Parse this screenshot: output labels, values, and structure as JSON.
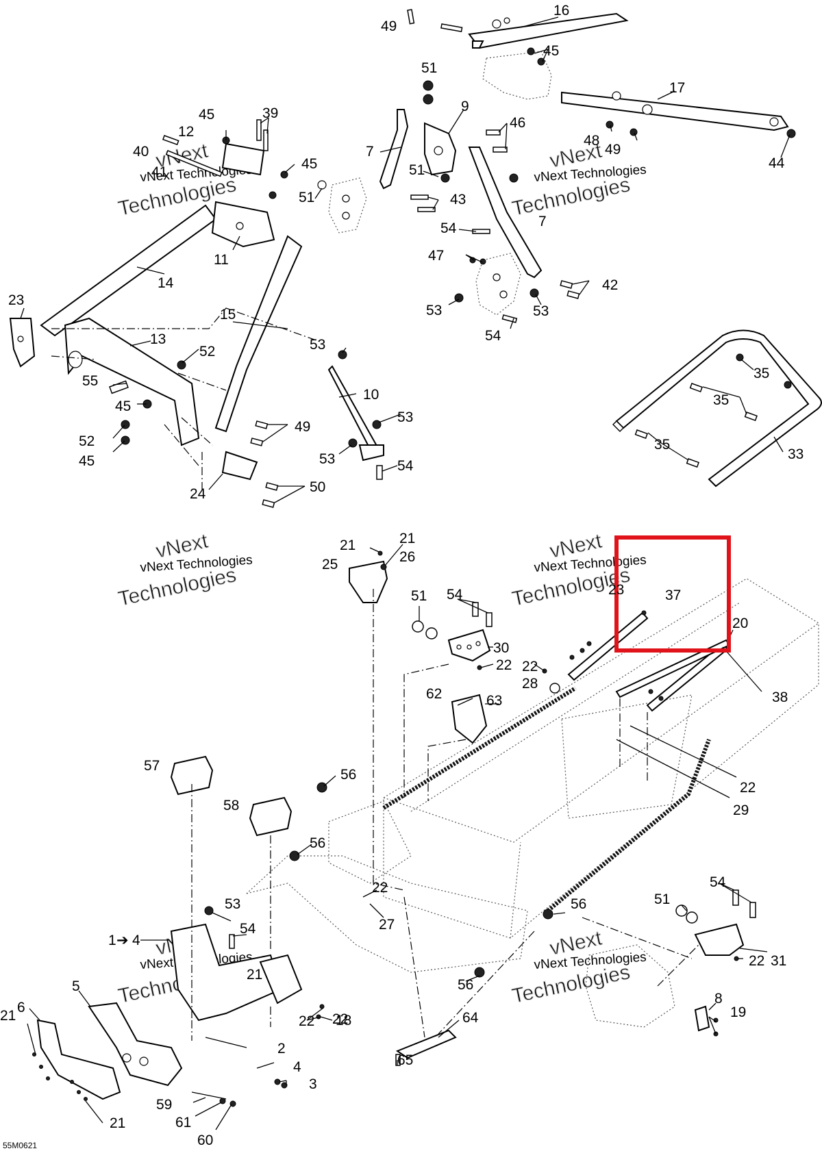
{
  "diagram_code": "55M0621",
  "watermark": {
    "line1": "vNext",
    "line2": "vNext Technologies",
    "line3": "Technologies"
  },
  "highlight_color": "#e0131a",
  "callouts": [
    {
      "id": "c49a",
      "text": "49"
    },
    {
      "id": "c16",
      "text": "16"
    },
    {
      "id": "c45a",
      "text": "45"
    },
    {
      "id": "c51a",
      "text": "51"
    },
    {
      "id": "c17",
      "text": "17"
    },
    {
      "id": "c9",
      "text": "9"
    },
    {
      "id": "c45b",
      "text": "45"
    },
    {
      "id": "c39",
      "text": "39"
    },
    {
      "id": "c46",
      "text": "46"
    },
    {
      "id": "c12",
      "text": "12"
    },
    {
      "id": "c48",
      "text": "48"
    },
    {
      "id": "c49b",
      "text": "49"
    },
    {
      "id": "c40",
      "text": "40"
    },
    {
      "id": "c7a",
      "text": "7"
    },
    {
      "id": "c44",
      "text": "44"
    },
    {
      "id": "c45c",
      "text": "45"
    },
    {
      "id": "c41",
      "text": "41"
    },
    {
      "id": "c51b",
      "text": "51"
    },
    {
      "id": "c51c",
      "text": "51"
    },
    {
      "id": "c43",
      "text": "43"
    },
    {
      "id": "c7b",
      "text": "7"
    },
    {
      "id": "c54a",
      "text": "54"
    },
    {
      "id": "c11",
      "text": "11"
    },
    {
      "id": "c47",
      "text": "47"
    },
    {
      "id": "c14",
      "text": "14"
    },
    {
      "id": "c42",
      "text": "42"
    },
    {
      "id": "c23",
      "text": "23"
    },
    {
      "id": "c53a",
      "text": "53"
    },
    {
      "id": "c53b",
      "text": "53"
    },
    {
      "id": "c15",
      "text": "15"
    },
    {
      "id": "c54b",
      "text": "54"
    },
    {
      "id": "c13",
      "text": "13"
    },
    {
      "id": "c53c",
      "text": "53"
    },
    {
      "id": "c52a",
      "text": "52"
    },
    {
      "id": "c35a",
      "text": "35"
    },
    {
      "id": "c55",
      "text": "55"
    },
    {
      "id": "c10",
      "text": "10"
    },
    {
      "id": "c35b",
      "text": "35"
    },
    {
      "id": "c45d",
      "text": "45"
    },
    {
      "id": "c53d",
      "text": "53"
    },
    {
      "id": "c49c",
      "text": "49"
    },
    {
      "id": "c52b",
      "text": "52"
    },
    {
      "id": "c45e",
      "text": "45"
    },
    {
      "id": "c35c",
      "text": "35"
    },
    {
      "id": "c33",
      "text": "33"
    },
    {
      "id": "c53e",
      "text": "53"
    },
    {
      "id": "c54c",
      "text": "54"
    },
    {
      "id": "c50",
      "text": "50"
    },
    {
      "id": "c24",
      "text": "24"
    },
    {
      "id": "c21a",
      "text": "21"
    },
    {
      "id": "c21b",
      "text": "21"
    },
    {
      "id": "c26",
      "text": "26"
    },
    {
      "id": "c25",
      "text": "25"
    },
    {
      "id": "c23b",
      "text": "23"
    },
    {
      "id": "c37",
      "text": "37"
    },
    {
      "id": "c51d",
      "text": "51"
    },
    {
      "id": "c54d",
      "text": "54"
    },
    {
      "id": "c20",
      "text": "20"
    },
    {
      "id": "c30",
      "text": "30"
    },
    {
      "id": "c22a",
      "text": "22"
    },
    {
      "id": "c22b",
      "text": "22"
    },
    {
      "id": "c28",
      "text": "28"
    },
    {
      "id": "c38",
      "text": "38"
    },
    {
      "id": "c62",
      "text": "62"
    },
    {
      "id": "c63",
      "text": "63"
    },
    {
      "id": "c57",
      "text": "57"
    },
    {
      "id": "c56a",
      "text": "56"
    },
    {
      "id": "c22c",
      "text": "22"
    },
    {
      "id": "c29",
      "text": "29"
    },
    {
      "id": "c58",
      "text": "58"
    },
    {
      "id": "c56b",
      "text": "56"
    },
    {
      "id": "c22d",
      "text": "22"
    },
    {
      "id": "c54e",
      "text": "54"
    },
    {
      "id": "c53f",
      "text": "53"
    },
    {
      "id": "c27",
      "text": "27"
    },
    {
      "id": "c51e",
      "text": "51"
    },
    {
      "id": "c56c",
      "text": "56"
    },
    {
      "id": "c54f",
      "text": "54"
    },
    {
      "id": "c1",
      "text": "1"
    },
    {
      "id": "c4a",
      "text": "4"
    },
    {
      "id": "c21c",
      "text": "21"
    },
    {
      "id": "c22e",
      "text": "22"
    },
    {
      "id": "c31",
      "text": "31"
    },
    {
      "id": "c5",
      "text": "5"
    },
    {
      "id": "c56d",
      "text": "56"
    },
    {
      "id": "c6",
      "text": "6"
    },
    {
      "id": "c22f",
      "text": "22"
    },
    {
      "id": "c22g",
      "text": "22"
    },
    {
      "id": "c18",
      "text": "18"
    },
    {
      "id": "c64",
      "text": "64"
    },
    {
      "id": "c8",
      "text": "8"
    },
    {
      "id": "c21d",
      "text": "21"
    },
    {
      "id": "c19",
      "text": "19"
    },
    {
      "id": "c65",
      "text": "65"
    },
    {
      "id": "c2",
      "text": "2"
    },
    {
      "id": "c4b",
      "text": "4"
    },
    {
      "id": "c3",
      "text": "3"
    },
    {
      "id": "c59",
      "text": "59"
    },
    {
      "id": "c21e",
      "text": "21"
    },
    {
      "id": "c61",
      "text": "61"
    },
    {
      "id": "c60",
      "text": "60"
    }
  ]
}
